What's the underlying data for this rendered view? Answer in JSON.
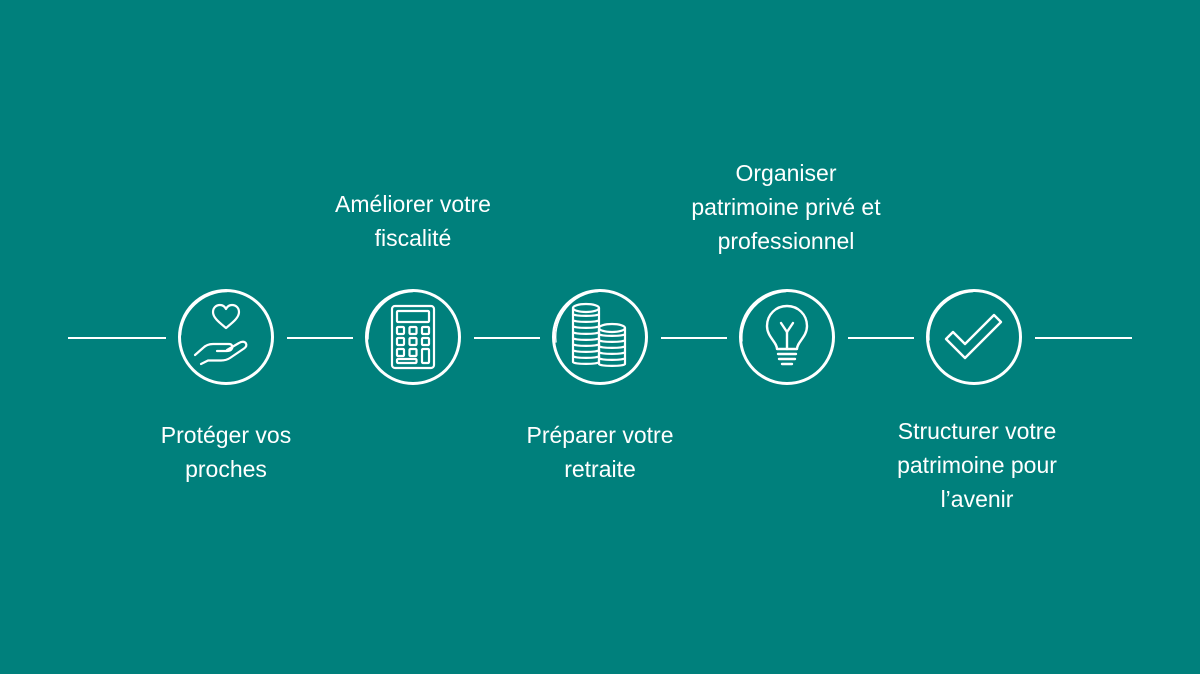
{
  "diagram": {
    "colors": {
      "background": "#00807c",
      "foreground": "#ffffff"
    },
    "steps": [
      {
        "icon": "heart-hand-icon",
        "label_lines": [
          "Protéger vos",
          "proches"
        ]
      },
      {
        "icon": "calculator-icon",
        "label_lines": [
          "Améliorer votre",
          "fiscalité"
        ]
      },
      {
        "icon": "coins-stack-icon",
        "label_lines": [
          "Préparer votre",
          "retraite"
        ]
      },
      {
        "icon": "lightbulb-icon",
        "label_lines": [
          "Organiser",
          "patrimoine privé et",
          "professionnel"
        ]
      },
      {
        "icon": "checkmark-icon",
        "label_lines": [
          "Structurer votre",
          "patrimoine pour",
          "l’avenir"
        ]
      }
    ]
  }
}
